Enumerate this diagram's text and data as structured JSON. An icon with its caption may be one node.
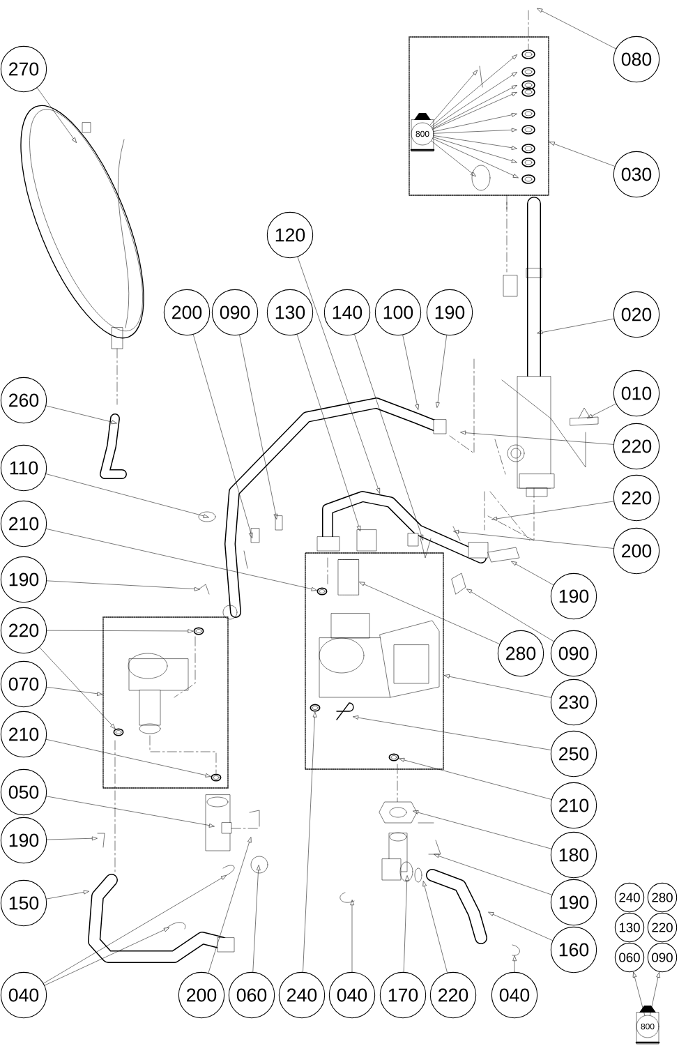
{
  "diagram": {
    "nodes": [
      {
        "text": [],
        "shape": "box"
      },
      {
        "text": [],
        "shape": "box"
      },
      {
        "text": [],
        "shape": "box"
      },
      {
        "text": [
          "800"
        ],
        "in": 0
      },
      {
        "text": [
          "270"
        ]
      },
      {
        "text": [
          "080"
        ]
      },
      {
        "text": [
          "030"
        ]
      },
      {
        "text": [
          "120"
        ]
      },
      {
        "text": [
          "200"
        ]
      },
      {
        "text": [
          "090"
        ]
      },
      {
        "text": [
          "130"
        ]
      },
      {
        "text": [
          "140"
        ]
      },
      {
        "text": [
          "100"
        ]
      },
      {
        "text": [
          "190"
        ]
      },
      {
        "text": [
          "020"
        ]
      },
      {
        "text": [
          "010"
        ]
      },
      {
        "text": [
          "260"
        ]
      },
      {
        "text": [
          "220"
        ]
      },
      {
        "text": [
          "110"
        ]
      },
      {
        "text": [
          "220"
        ]
      },
      {
        "text": [
          "210"
        ]
      },
      {
        "text": [
          "200"
        ]
      },
      {
        "text": [
          "190"
        ]
      },
      {
        "text": [
          "190"
        ]
      },
      {
        "text": [
          "220"
        ]
      },
      {
        "text": [
          "280"
        ]
      },
      {
        "text": [
          "090"
        ]
      },
      {
        "text": [
          "070"
        ]
      },
      {
        "text": [
          "230"
        ]
      },
      {
        "text": [
          "210"
        ]
      },
      {
        "text": [
          "250"
        ]
      },
      {
        "text": [
          "050"
        ]
      },
      {
        "text": [
          "210"
        ]
      },
      {
        "text": [
          "190"
        ]
      },
      {
        "text": [
          "180"
        ]
      },
      {
        "text": [
          "150"
        ]
      },
      {
        "text": [
          "190"
        ]
      },
      {
        "text": [
          "160"
        ]
      },
      {
        "text": [
          "040"
        ]
      },
      {
        "text": [
          "200"
        ]
      },
      {
        "text": [
          "060"
        ]
      },
      {
        "text": [
          "240"
        ]
      },
      {
        "text": [
          "040"
        ]
      },
      {
        "text": [
          "170"
        ]
      },
      {
        "text": [
          "220"
        ]
      },
      {
        "text": [
          "040"
        ]
      },
      {
        "text": [
          "240"
        ]
      },
      {
        "text": [
          "280"
        ]
      },
      {
        "text": [
          "130"
        ]
      },
      {
        "text": [
          "220"
        ]
      },
      {
        "text": [
          "060"
        ]
      },
      {
        "text": [
          "090"
        ]
      },
      {
        "text": [
          "800"
        ]
      },
      {
        "text": [],
        "shape": "circle",
        "in": 2
      },
      {
        "text": [],
        "shape": "circle",
        "in": 1
      },
      {
        "text": [],
        "shape": "circle",
        "in": 1
      },
      {
        "text": [],
        "shape": "cylinder",
        "in": 2
      },
      {
        "text": [],
        "shape": "circle",
        "in": 1
      },
      {
        "text": [],
        "shape": "picture",
        "in": 2
      },
      {
        "text": [],
        "shape": "circle",
        "in": 2
      },
      {
        "text": [],
        "shape": "circle",
        "in": 2
      },
      {
        "text": [],
        "shape": "picture"
      }
    ],
    "edges": [
      {
        "from": 4,
        "to": null,
        "arrow": "to"
      },
      {
        "from": 5,
        "to": null,
        "arrow": "to"
      },
      {
        "from": 6,
        "to": 0,
        "arrow": "to"
      },
      {
        "from": 7,
        "to": null,
        "arrow": "to"
      },
      {
        "from": 8,
        "to": null,
        "arrow": "to"
      },
      {
        "from": 9,
        "to": null,
        "arrow": "to"
      },
      {
        "from": 10,
        "to": null,
        "arrow": "to"
      },
      {
        "from": 11,
        "to": null,
        "arrow": "to"
      },
      {
        "from": 12,
        "to": null,
        "arrow": "to"
      },
      {
        "from": 13,
        "to": null,
        "arrow": "to"
      },
      {
        "from": 14,
        "to": null,
        "arrow": "to"
      },
      {
        "from": 15,
        "to": null,
        "arrow": "to"
      },
      {
        "from": 16,
        "to": null,
        "arrow": "to"
      },
      {
        "from": 17,
        "to": null,
        "arrow": "to"
      },
      {
        "from": 18,
        "to": null,
        "arrow": "to"
      },
      {
        "from": 19,
        "to": null,
        "arrow": "to"
      },
      {
        "from": 20,
        "to": 53,
        "arrow": "to"
      },
      {
        "from": 21,
        "to": null,
        "arrow": "to"
      },
      {
        "from": 22,
        "to": null,
        "arrow": "to"
      },
      {
        "from": 23,
        "to": null,
        "arrow": "to"
      },
      {
        "from": 24,
        "to": 54,
        "arrow": "to"
      },
      {
        "from": 24,
        "to": 55,
        "arrow": "to"
      },
      {
        "from": 25,
        "to": 56,
        "arrow": "to"
      },
      {
        "from": 26,
        "to": 61,
        "arrow": "to"
      },
      {
        "from": 27,
        "to": 1,
        "arrow": "to"
      },
      {
        "from": 28,
        "to": 2,
        "arrow": "to"
      },
      {
        "from": 29,
        "to": 57,
        "arrow": "to"
      },
      {
        "from": 30,
        "to": 58,
        "arrow": "to"
      },
      {
        "from": 31,
        "to": null,
        "arrow": "to"
      },
      {
        "from": 32,
        "to": 59,
        "arrow": "to"
      },
      {
        "from": 33,
        "to": null,
        "arrow": "to"
      },
      {
        "from": 34,
        "to": null,
        "arrow": "to"
      },
      {
        "from": 35,
        "to": null,
        "arrow": "to"
      },
      {
        "from": 36,
        "to": null,
        "arrow": "to"
      },
      {
        "from": 37,
        "to": null,
        "arrow": "to"
      },
      {
        "from": 38,
        "to": null,
        "arrow": "to"
      },
      {
        "from": 38,
        "to": null,
        "arrow": "to"
      },
      {
        "from": 39,
        "to": null,
        "arrow": "to"
      },
      {
        "from": 40,
        "to": null,
        "arrow": "to"
      },
      {
        "from": 41,
        "to": 60,
        "arrow": "to"
      },
      {
        "from": 42,
        "to": null,
        "arrow": "to"
      },
      {
        "from": 43,
        "to": null,
        "arrow": "to"
      },
      {
        "from": 44,
        "to": null,
        "arrow": "to"
      },
      {
        "from": 45,
        "to": null,
        "arrow": "to"
      },
      {
        "from": 3,
        "to": null,
        "arrow": "to"
      },
      {
        "from": 3,
        "to": null,
        "arrow": "to"
      },
      {
        "from": 3,
        "to": null,
        "arrow": "to"
      },
      {
        "from": 3,
        "to": null,
        "arrow": "to"
      },
      {
        "from": 3,
        "to": null,
        "arrow": "to"
      },
      {
        "from": 3,
        "to": null,
        "arrow": "to"
      },
      {
        "from": 3,
        "to": null,
        "arrow": "to"
      },
      {
        "from": 3,
        "to": null,
        "arrow": "to"
      },
      {
        "from": 3,
        "to": null,
        "arrow": "to"
      },
      {
        "from": 3,
        "to": null,
        "arrow": "to"
      },
      {
        "from": 3,
        "to": null,
        "arrow": "to"
      },
      {
        "from": 52,
        "to": 50,
        "arrow": "to"
      },
      {
        "from": 52,
        "to": 51,
        "arrow": "to"
      }
    ]
  }
}
